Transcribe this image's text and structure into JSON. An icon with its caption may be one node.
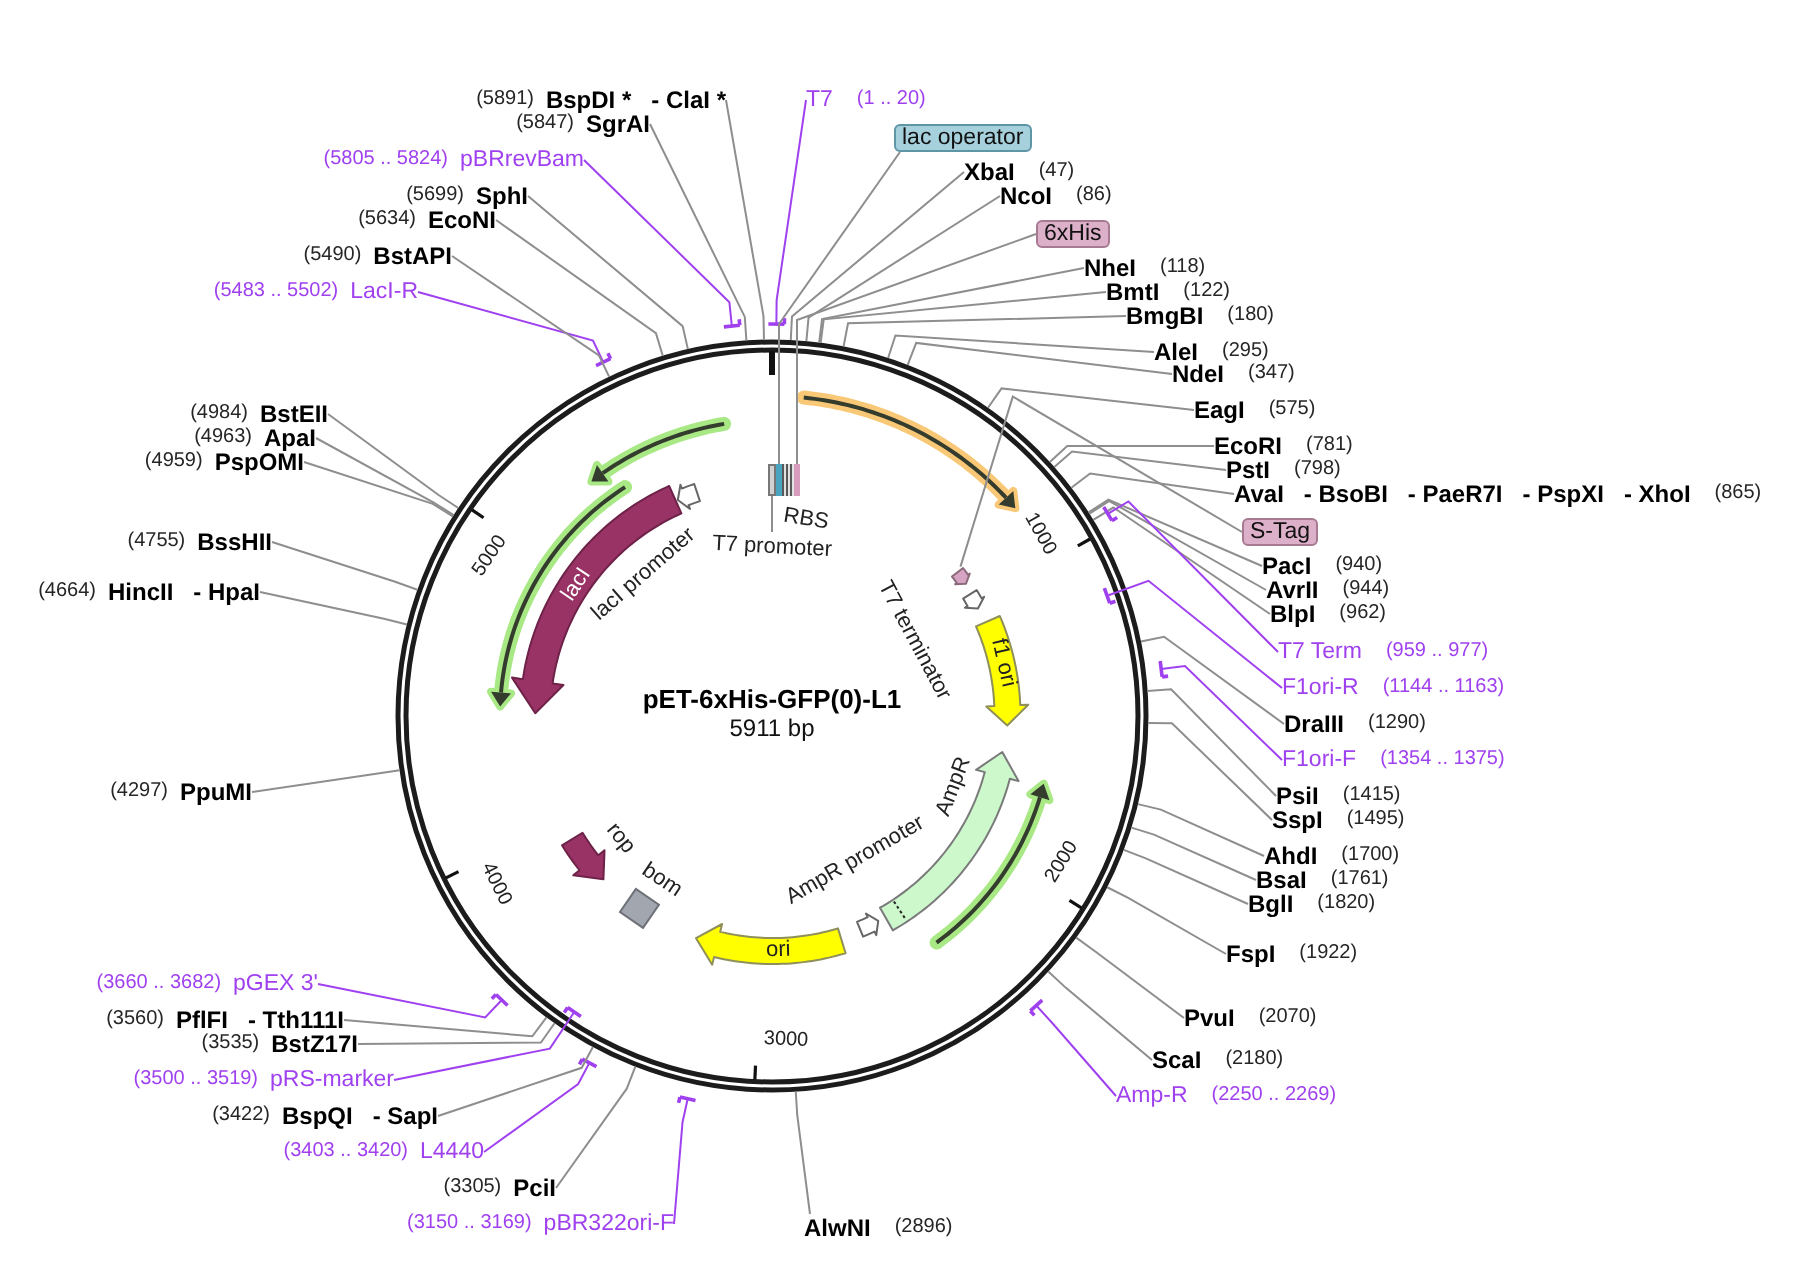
{
  "diagram": {
    "title": "pET-6xHis-GFP(0)-L1",
    "nodes": [
      {
        "text": [
          "T7"
        ],
        "beside": [
          "(1 .. 20)"
        ]
      },
      {
        "text": [
          "lac operator"
        ]
      },
      {
        "text": [
          "XbaI"
        ],
        "beside": [
          "(47)"
        ]
      },
      {
        "text": [
          "NcoI"
        ],
        "beside": [
          "(86)"
        ]
      },
      {
        "text": [
          "6xHis"
        ]
      },
      {
        "text": [
          "NheI"
        ],
        "beside": [
          "(118)"
        ]
      },
      {
        "text": [
          "BmtI"
        ],
        "beside": [
          "(122)"
        ]
      },
      {
        "text": [
          "BmgBI"
        ],
        "beside": [
          "(180)"
        ]
      },
      {
        "text": [
          "AleI"
        ],
        "beside": [
          "(295)"
        ]
      },
      {
        "text": [
          "NdeI"
        ],
        "beside": [
          "(347)"
        ]
      },
      {
        "text": [
          "EagI"
        ],
        "beside": [
          "(575)"
        ]
      },
      {
        "text": [
          "EcoRI"
        ],
        "beside": [
          "(781)"
        ]
      },
      {
        "text": [
          "PstI"
        ],
        "beside": [
          "(798)"
        ]
      },
      {
        "text": [
          "AvaI",
          "- BsoBI",
          "- PaeR7I",
          "- PspXI",
          "- XhoI"
        ],
        "beside": [
          "(865)"
        ]
      },
      {
        "text": [
          "S-Tag"
        ]
      },
      {
        "text": [
          "PacI"
        ],
        "beside": [
          "(940)"
        ]
      },
      {
        "text": [
          "AvrII"
        ],
        "beside": [
          "(944)"
        ]
      },
      {
        "text": [
          "BlpI"
        ],
        "beside": [
          "(962)"
        ]
      },
      {
        "text": [
          "T7 Term"
        ],
        "beside": [
          "(959 .. 977)"
        ]
      },
      {
        "text": [
          "F1ori-R"
        ],
        "beside": [
          "(1144 .. 1163)"
        ]
      },
      {
        "text": [
          "DraIII"
        ],
        "beside": [
          "(1290)"
        ]
      },
      {
        "text": [
          "F1ori-F"
        ],
        "beside": [
          "(1354 .. 1375)"
        ]
      },
      {
        "text": [
          "PsiI"
        ],
        "beside": [
          "(1415)"
        ]
      },
      {
        "text": [
          "SspI"
        ],
        "beside": [
          "(1495)"
        ]
      },
      {
        "text": [
          "AhdI"
        ],
        "beside": [
          "(1700)"
        ]
      },
      {
        "text": [
          "BsaI"
        ],
        "beside": [
          "(1761)"
        ]
      },
      {
        "text": [
          "BglI"
        ],
        "beside": [
          "(1820)"
        ]
      },
      {
        "text": [
          "FspI"
        ],
        "beside": [
          "(1922)"
        ]
      },
      {
        "text": [
          "PvuI"
        ],
        "beside": [
          "(2070)"
        ]
      },
      {
        "text": [
          "ScaI"
        ],
        "beside": [
          "(2180)"
        ]
      },
      {
        "text": [
          "Amp-R"
        ],
        "beside": [
          "(2250 .. 2269)"
        ]
      },
      {
        "text": [
          "AlwNI"
        ],
        "beside": [
          "(2896)"
        ]
      },
      {
        "text": [
          "pBR322ori-F"
        ],
        "beside": [
          "(3150 .. 3169)"
        ]
      },
      {
        "text": [
          "PciI"
        ],
        "beside": [
          "(3305)"
        ]
      },
      {
        "text": [
          "L4440"
        ],
        "beside": [
          "(3403 .. 3420)"
        ]
      },
      {
        "text": [
          "BspQI",
          "- SapI"
        ],
        "beside": [
          "(3422)"
        ]
      },
      {
        "text": [
          "pRS-marker"
        ],
        "beside": [
          "(3500 .. 3519)"
        ]
      },
      {
        "text": [
          "BstZ17I"
        ],
        "beside": [
          "(3535)"
        ]
      },
      {
        "text": [
          "PflFI",
          "- Tth111I"
        ],
        "beside": [
          "(3560)"
        ]
      },
      {
        "text": [
          "pGEX 3'"
        ],
        "beside": [
          "(3660 .. 3682)"
        ]
      },
      {
        "text": [
          "PpuMI"
        ],
        "beside": [
          "(4297)"
        ]
      },
      {
        "text": [
          "HincII",
          "- HpaI"
        ],
        "beside": [
          "(4664)"
        ]
      },
      {
        "text": [
          "BssHII"
        ],
        "beside": [
          "(4755)"
        ]
      },
      {
        "text": [
          "PspOMI"
        ],
        "beside": [
          "(4959)"
        ]
      },
      {
        "text": [
          "ApaI"
        ],
        "beside": [
          "(4963)"
        ]
      },
      {
        "text": [
          "BstEII"
        ],
        "beside": [
          "(4984)"
        ]
      },
      {
        "text": [
          "LacI-R"
        ],
        "beside": [
          "(5483 .. 5502)"
        ]
      },
      {
        "text": [
          "BstAPI"
        ],
        "beside": [
          "(5490)"
        ]
      },
      {
        "text": [
          "EcoNI"
        ],
        "beside": [
          "(5634)"
        ]
      },
      {
        "text": [
          "SphI"
        ],
        "beside": [
          "(5699)"
        ]
      },
      {
        "text": [
          "pBRrevBam"
        ],
        "beside": [
          "(5805 .. 5824)"
        ]
      },
      {
        "text": [
          "SgrAI"
        ],
        "beside": [
          "(5847)"
        ]
      },
      {
        "text": [
          "BspDI *",
          "- ClaI *"
        ],
        "beside": [
          "(5891)"
        ]
      },
      {
        "text": [],
        "shape": "box"
      },
      {
        "text": [],
        "shape": "bar"
      },
      {
        "text": [],
        "shape": "bar"
      },
      {
        "text": [],
        "shape": "bar"
      },
      {
        "text": [
          "T7 promoter"
        ]
      },
      {
        "text": [],
        "shape": "arrow"
      },
      {
        "text": [
          "T7 terminator"
        ]
      },
      {
        "text": [
          "f1 ori"
        ]
      },
      {
        "text": [
          "AmpR"
        ]
      },
      {
        "text": [
          "AmpR promoter"
        ]
      },
      {
        "text": [
          "ori"
        ]
      },
      {
        "text": [
          "bom"
        ]
      },
      {
        "text": [
          "rop"
        ]
      },
      {
        "text": [
          "lacI"
        ]
      },
      {
        "text": [
          "lacI promoter"
        ]
      }
    ],
    "edges": [
      {
        "from": 0,
        "to": null,
        "arrow": "other",
        "color": "#a041f0"
      },
      {
        "from": 1,
        "to": 54,
        "arrow": "none"
      },
      {
        "from": 2,
        "to": null,
        "arrow": "none"
      },
      {
        "from": 3,
        "to": null,
        "arrow": "none"
      },
      {
        "from": 4,
        "to": 56,
        "arrow": "none"
      },
      {
        "from": 5,
        "to": null,
        "arrow": "none"
      },
      {
        "from": 6,
        "to": null,
        "arrow": "none"
      },
      {
        "from": 7,
        "to": null,
        "arrow": "none"
      },
      {
        "from": 8,
        "to": null,
        "arrow": "none"
      },
      {
        "from": 9,
        "to": null,
        "arrow": "none"
      },
      {
        "from": 10,
        "to": null,
        "arrow": "none"
      },
      {
        "from": 11,
        "to": null,
        "arrow": "none"
      },
      {
        "from": 12,
        "to": null,
        "arrow": "none"
      },
      {
        "from": 13,
        "to": null,
        "arrow": "none"
      },
      {
        "from": 14,
        "to": 58,
        "arrow": "none"
      },
      {
        "from": 15,
        "to": null,
        "arrow": "none"
      },
      {
        "from": 16,
        "to": null,
        "arrow": "none"
      },
      {
        "from": 17,
        "to": null,
        "arrow": "none"
      },
      {
        "from": 18,
        "to": null,
        "arrow": "other",
        "color": "#a041f0"
      },
      {
        "from": 19,
        "to": null,
        "arrow": "other",
        "color": "#a041f0"
      },
      {
        "from": 20,
        "to": null,
        "arrow": "none"
      },
      {
        "from": 21,
        "to": null,
        "arrow": "other",
        "color": "#a041f0"
      },
      {
        "from": 22,
        "to": null,
        "arrow": "none"
      },
      {
        "from": 23,
        "to": null,
        "arrow": "none"
      },
      {
        "from": 24,
        "to": null,
        "arrow": "none"
      },
      {
        "from": 25,
        "to": null,
        "arrow": "none"
      },
      {
        "from": 26,
        "to": null,
        "arrow": "none"
      },
      {
        "from": 27,
        "to": null,
        "arrow": "none"
      },
      {
        "from": 28,
        "to": null,
        "arrow": "none"
      },
      {
        "from": 29,
        "to": null,
        "arrow": "none"
      },
      {
        "from": 30,
        "to": null,
        "arrow": "other",
        "color": "#a041f0"
      },
      {
        "from": 31,
        "to": null,
        "arrow": "none"
      },
      {
        "from": 32,
        "to": null,
        "arrow": "other",
        "color": "#a041f0"
      },
      {
        "from": 33,
        "to": null,
        "arrow": "none"
      },
      {
        "from": 34,
        "to": null,
        "arrow": "other",
        "color": "#a041f0"
      },
      {
        "from": 35,
        "to": null,
        "arrow": "none"
      },
      {
        "from": 36,
        "to": null,
        "arrow": "other",
        "color": "#a041f0"
      },
      {
        "from": 37,
        "to": null,
        "arrow": "none"
      },
      {
        "from": 38,
        "to": null,
        "arrow": "none"
      },
      {
        "from": 39,
        "to": null,
        "arrow": "other",
        "color": "#a041f0"
      },
      {
        "from": 40,
        "to": null,
        "arrow": "none"
      },
      {
        "from": 41,
        "to": null,
        "arrow": "none"
      },
      {
        "from": 42,
        "to": null,
        "arrow": "none"
      },
      {
        "from": 43,
        "to": null,
        "arrow": "none"
      },
      {
        "from": 44,
        "to": null,
        "arrow": "none"
      },
      {
        "from": 45,
        "to": null,
        "arrow": "none"
      },
      {
        "from": 46,
        "to": null,
        "arrow": "other",
        "color": "#a041f0"
      },
      {
        "from": 47,
        "to": null,
        "arrow": "none"
      },
      {
        "from": 48,
        "to": null,
        "arrow": "none"
      },
      {
        "from": 49,
        "to": null,
        "arrow": "none"
      },
      {
        "from": 50,
        "to": null,
        "arrow": "other",
        "color": "#a041f0"
      },
      {
        "from": 51,
        "to": null,
        "arrow": "none"
      },
      {
        "from": 52,
        "to": null,
        "arrow": "none"
      },
      {
        "from": 57,
        "to": 53,
        "arrow": "none"
      }
    ],
    "labels": [
      "5911 bp",
      "1000",
      "2000",
      "3000",
      "4000",
      "5000",
      "RBS"
    ]
  }
}
